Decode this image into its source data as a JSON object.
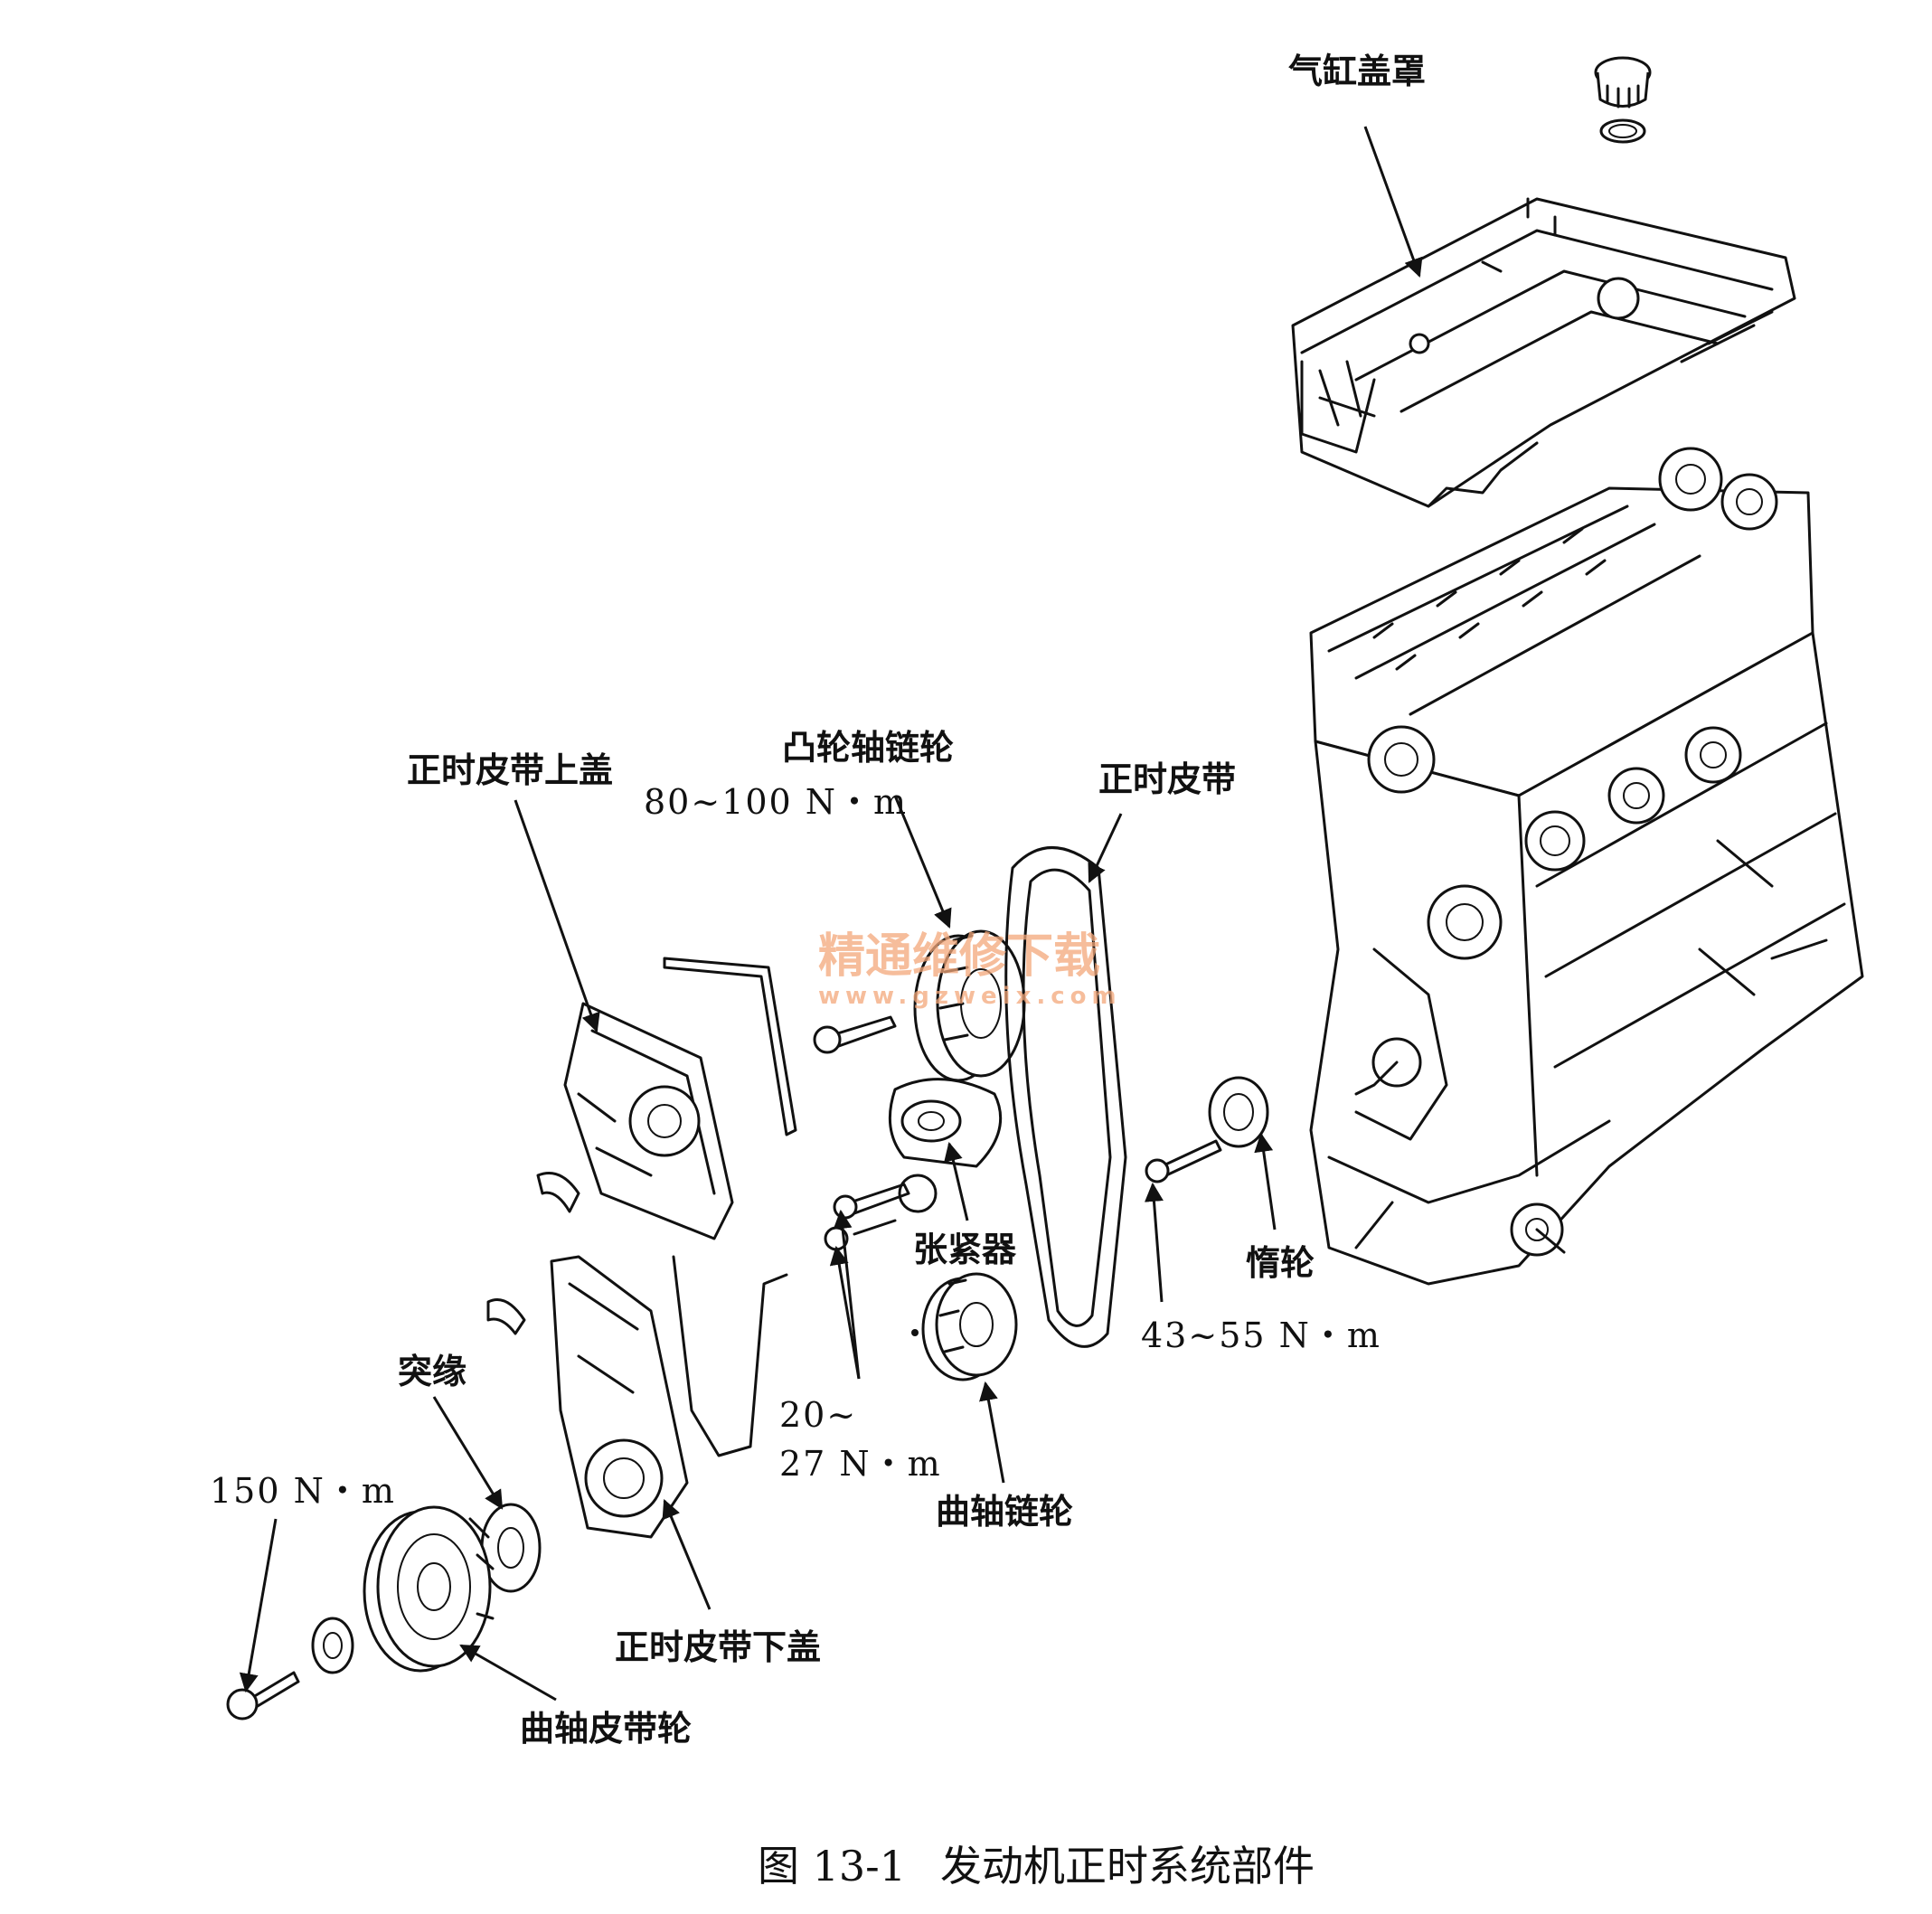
{
  "labels": {
    "cylinder_head_cover": "气缸盖罩",
    "upper_timing_cover": "正时皮带上盖",
    "camshaft_sprocket": "凸轮轴链轮",
    "timing_belt": "正时皮带",
    "tensioner": "张紧器",
    "idler": "惰轮",
    "flange": "突缘",
    "crankshaft_sprocket": "曲轴链轮",
    "lower_timing_cover": "正时皮带下盖",
    "crankshaft_pulley": "曲轴皮带轮"
  },
  "torques": {
    "camshaft_bolt": "80~100 N・m",
    "tensioner_bolt_line1": "20~",
    "tensioner_bolt_line2": "27 N・m",
    "idler_bolt": "43~55 N・m",
    "crank_bolt": "150 N・m"
  },
  "watermark": {
    "cn": "精通维修下载",
    "url": "www.gzweix.com"
  },
  "caption": {
    "figure_no": "图 13-1",
    "title": "发动机正时系统部件"
  }
}
